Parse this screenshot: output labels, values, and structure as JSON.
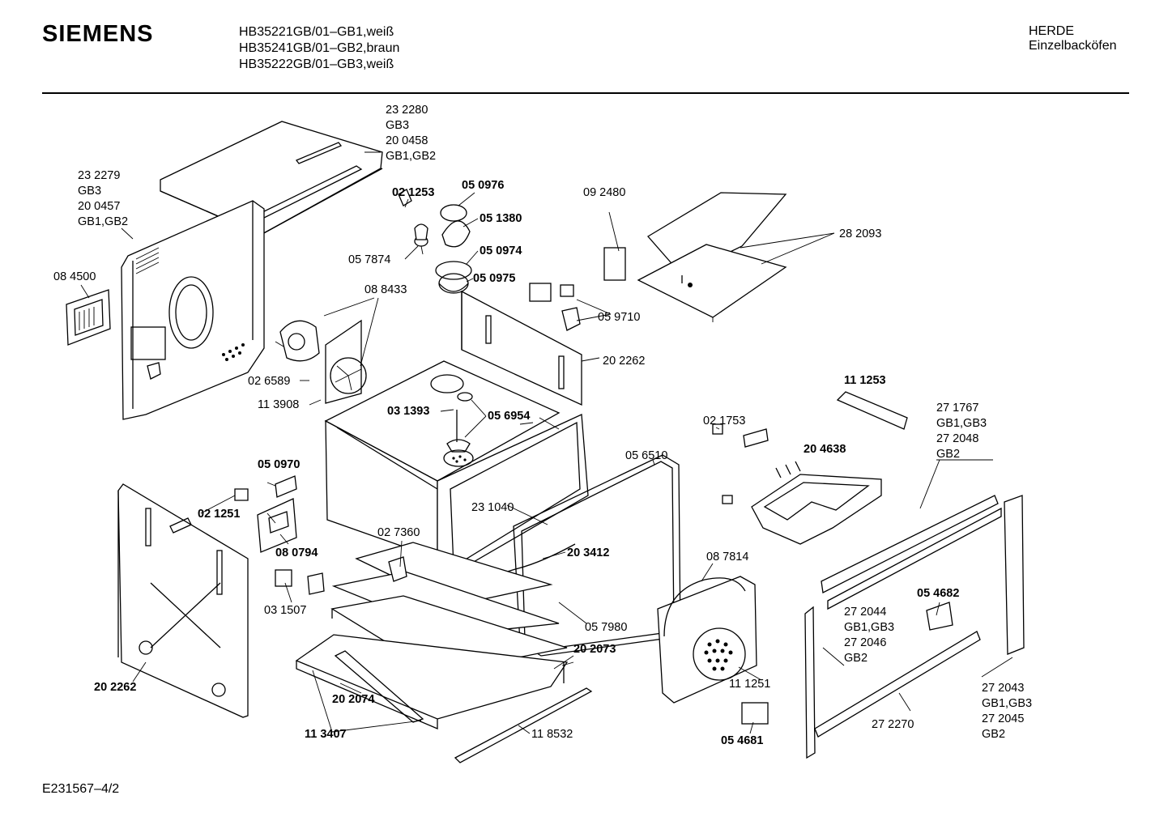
{
  "header": {
    "brand": "SIEMENS",
    "models": [
      "HB35221GB/01–GB1,weiß",
      "HB35241GB/01–GB2,braun",
      "HB35222GB/01–GB3,weiß"
    ],
    "category": "HERDE",
    "subcategory": "Einzelbacköfen"
  },
  "footer": {
    "drawing_number": "E231567–4/2"
  },
  "labels": {
    "l232280": "23 2280",
    "top_gb3": "GB3",
    "l200458": "20 0458",
    "top_gb12": "GB1,GB2",
    "l232279": "23 2279",
    "back_gb3": "GB3",
    "l200457": "20 0457",
    "back_gb12": "GB1,GB2",
    "l084500": "08 4500",
    "l021253": "02 1253",
    "l050976": "05 0976",
    "l051380": "05 1380",
    "l057874": "05 7874",
    "l050974": "05 0974",
    "l050975": "05 0975",
    "l088433": "08 8433",
    "l026589": "02 6589",
    "l113908": "11 3908",
    "l092480": "09 2480",
    "l282093": "28 2093",
    "l059710": "05 9710",
    "l202262a": "20 2262",
    "l111253": "11 1253",
    "l031393": "03 1393",
    "l056954": "05 6954",
    "l271767": "27 1767",
    "r_gb13a": "GB1,GB3",
    "l272048": "27 2048",
    "r_gb2a": "GB2",
    "l021753": "02 1753",
    "l204638": "20 4638",
    "l050970": "05 0970",
    "l056510": "05 6510",
    "l021251": "02 1251",
    "l231040": "23 1040",
    "l080794": "08 0794",
    "l027360": "02 7360",
    "l203412": "20 3412",
    "l087814": "08 7814",
    "l054682": "05 4682",
    "l031507": "03 1507",
    "l057980": "05 7980",
    "l272044": "27 2044",
    "r_gb13b": "GB1,GB3",
    "l272046": "27 2046",
    "r_gb2b": "GB2",
    "l202073": "20 2073",
    "l202262b": "20 2262",
    "l111251": "11 1251",
    "l202074": "20 2074",
    "l272043": "27 2043",
    "r_gb13c": "GB1,GB3",
    "l272045": "27 2045",
    "r_gb2c": "GB2",
    "l272270": "27 2270",
    "l113407": "11 3407",
    "l118532": "11 8532",
    "l054681": "05 4681"
  }
}
